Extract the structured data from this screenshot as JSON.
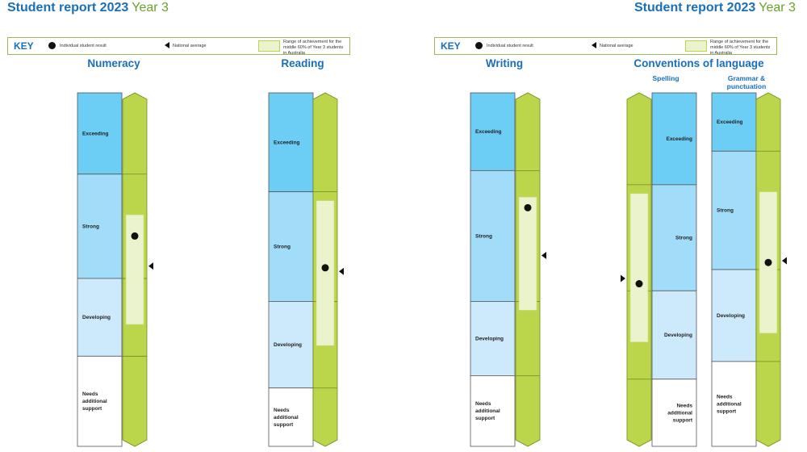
{
  "pages": [
    {
      "title": "Student report 2023",
      "year": "Year 3",
      "key": {
        "label": "KEY",
        "student_result": "Individual student result",
        "national_average": "National average",
        "range": "Range of achievement for the middle 60% of Year 3 students in Australia"
      },
      "sections": [
        {
          "title": "Numeracy"
        },
        {
          "title": "Reading"
        }
      ]
    },
    {
      "title": "Student report 2023",
      "year": "Year 3",
      "key": {
        "label": "KEY",
        "student_result": "Individual student result",
        "national_average": "National average",
        "range": "Range of achievement for the middle 60% of Year 3 students in Australia"
      },
      "sections": [
        {
          "title": "Writing"
        },
        {
          "title": "Conventions of language",
          "subtitles": [
            "Spelling",
            "Grammar & punctuation"
          ]
        }
      ]
    }
  ],
  "chart_data": [
    {
      "type": "scale",
      "title": "Numeracy",
      "levels": [
        "Exceeding",
        "Strong",
        "Developing",
        "Needs additional support"
      ],
      "level_bounds": [
        [
          0.77,
          1.0
        ],
        [
          0.475,
          0.77
        ],
        [
          0.255,
          0.475
        ],
        [
          0,
          0.255
        ]
      ],
      "middle_60_range": [
        0.345,
        0.655
      ],
      "student_result": 0.595,
      "national_average": 0.51
    },
    {
      "type": "scale",
      "title": "Reading",
      "levels": [
        "Exceeding",
        "Strong",
        "Developing",
        "Needs additional support"
      ],
      "level_bounds": [
        [
          0.72,
          1.0
        ],
        [
          0.41,
          0.72
        ],
        [
          0.165,
          0.41
        ],
        [
          0,
          0.165
        ]
      ],
      "middle_60_range": [
        0.285,
        0.695
      ],
      "student_result": 0.505,
      "national_average": 0.495
    },
    {
      "type": "scale",
      "title": "Writing",
      "levels": [
        "Exceeding",
        "Strong",
        "Developing",
        "Needs additional support"
      ],
      "level_bounds": [
        [
          0.78,
          1.0
        ],
        [
          0.41,
          0.78
        ],
        [
          0.2,
          0.41
        ],
        [
          0,
          0.2
        ]
      ],
      "middle_60_range": [
        0.385,
        0.705
      ],
      "student_result": 0.675,
      "national_average": 0.54
    },
    {
      "type": "scale",
      "title": "Spelling",
      "levels": [
        "Exceeding",
        "Strong",
        "Developing",
        "Needs additional support"
      ],
      "level_bounds": [
        [
          0.74,
          1.0
        ],
        [
          0.44,
          0.74
        ],
        [
          0.19,
          0.44
        ],
        [
          0,
          0.19
        ]
      ],
      "middle_60_range": [
        0.295,
        0.715
      ],
      "student_result": 0.46,
      "national_average": 0.475
    },
    {
      "type": "scale",
      "title": "Grammar & punctuation",
      "levels": [
        "Exceeding",
        "Strong",
        "Developing",
        "Needs additional support"
      ],
      "level_bounds": [
        [
          0.835,
          1.0
        ],
        [
          0.5,
          0.835
        ],
        [
          0.24,
          0.5
        ],
        [
          0,
          0.24
        ]
      ],
      "middle_60_range": [
        0.32,
        0.72
      ],
      "student_result": 0.52,
      "national_average": 0.525
    }
  ],
  "colors": {
    "title": "#1a6fb8",
    "year": "#6aa22a",
    "exceeding": "#6ccdf5",
    "strong": "#a1dcf9",
    "developing": "#cdeafc",
    "needs_support": "#ffffff",
    "band": "#bcd64b",
    "range": "#eaf3cb",
    "marker": "#111111"
  }
}
